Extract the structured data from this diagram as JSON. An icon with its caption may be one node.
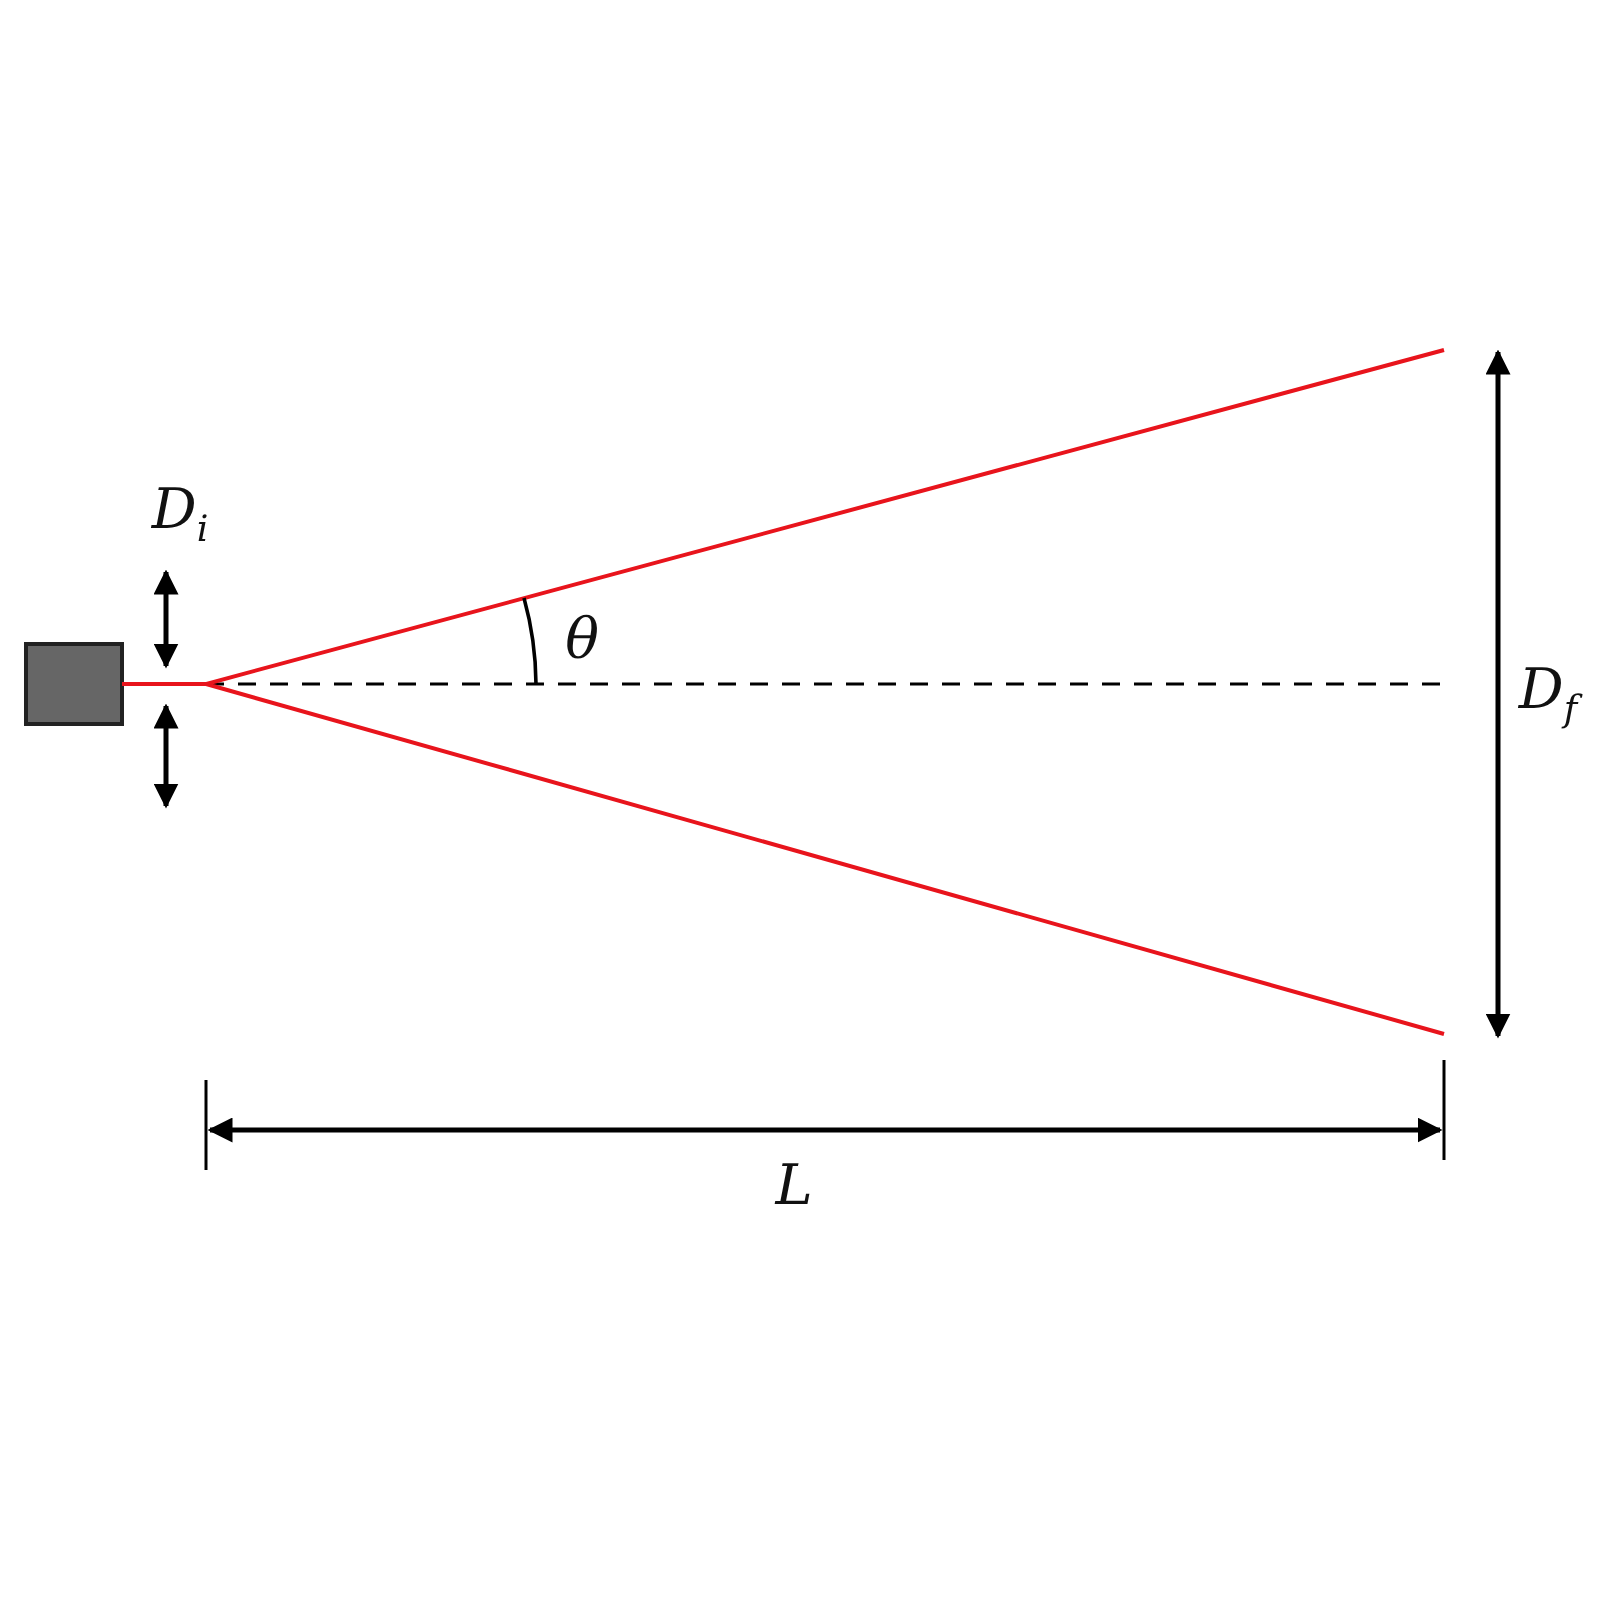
{
  "diagram": {
    "labels": [
      "D$_{i}$",
      "θ",
      "D$_{f}$",
      "L"
    ]
  }
}
